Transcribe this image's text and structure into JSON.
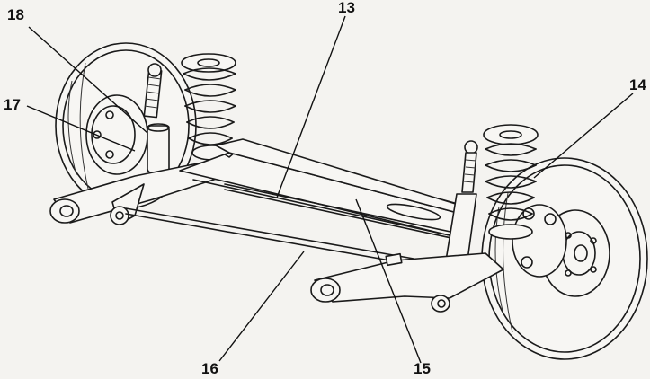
{
  "callouts": {
    "c13": "13",
    "c14": "14",
    "c15": "15",
    "c16": "16",
    "c17": "17",
    "c18": "18"
  }
}
